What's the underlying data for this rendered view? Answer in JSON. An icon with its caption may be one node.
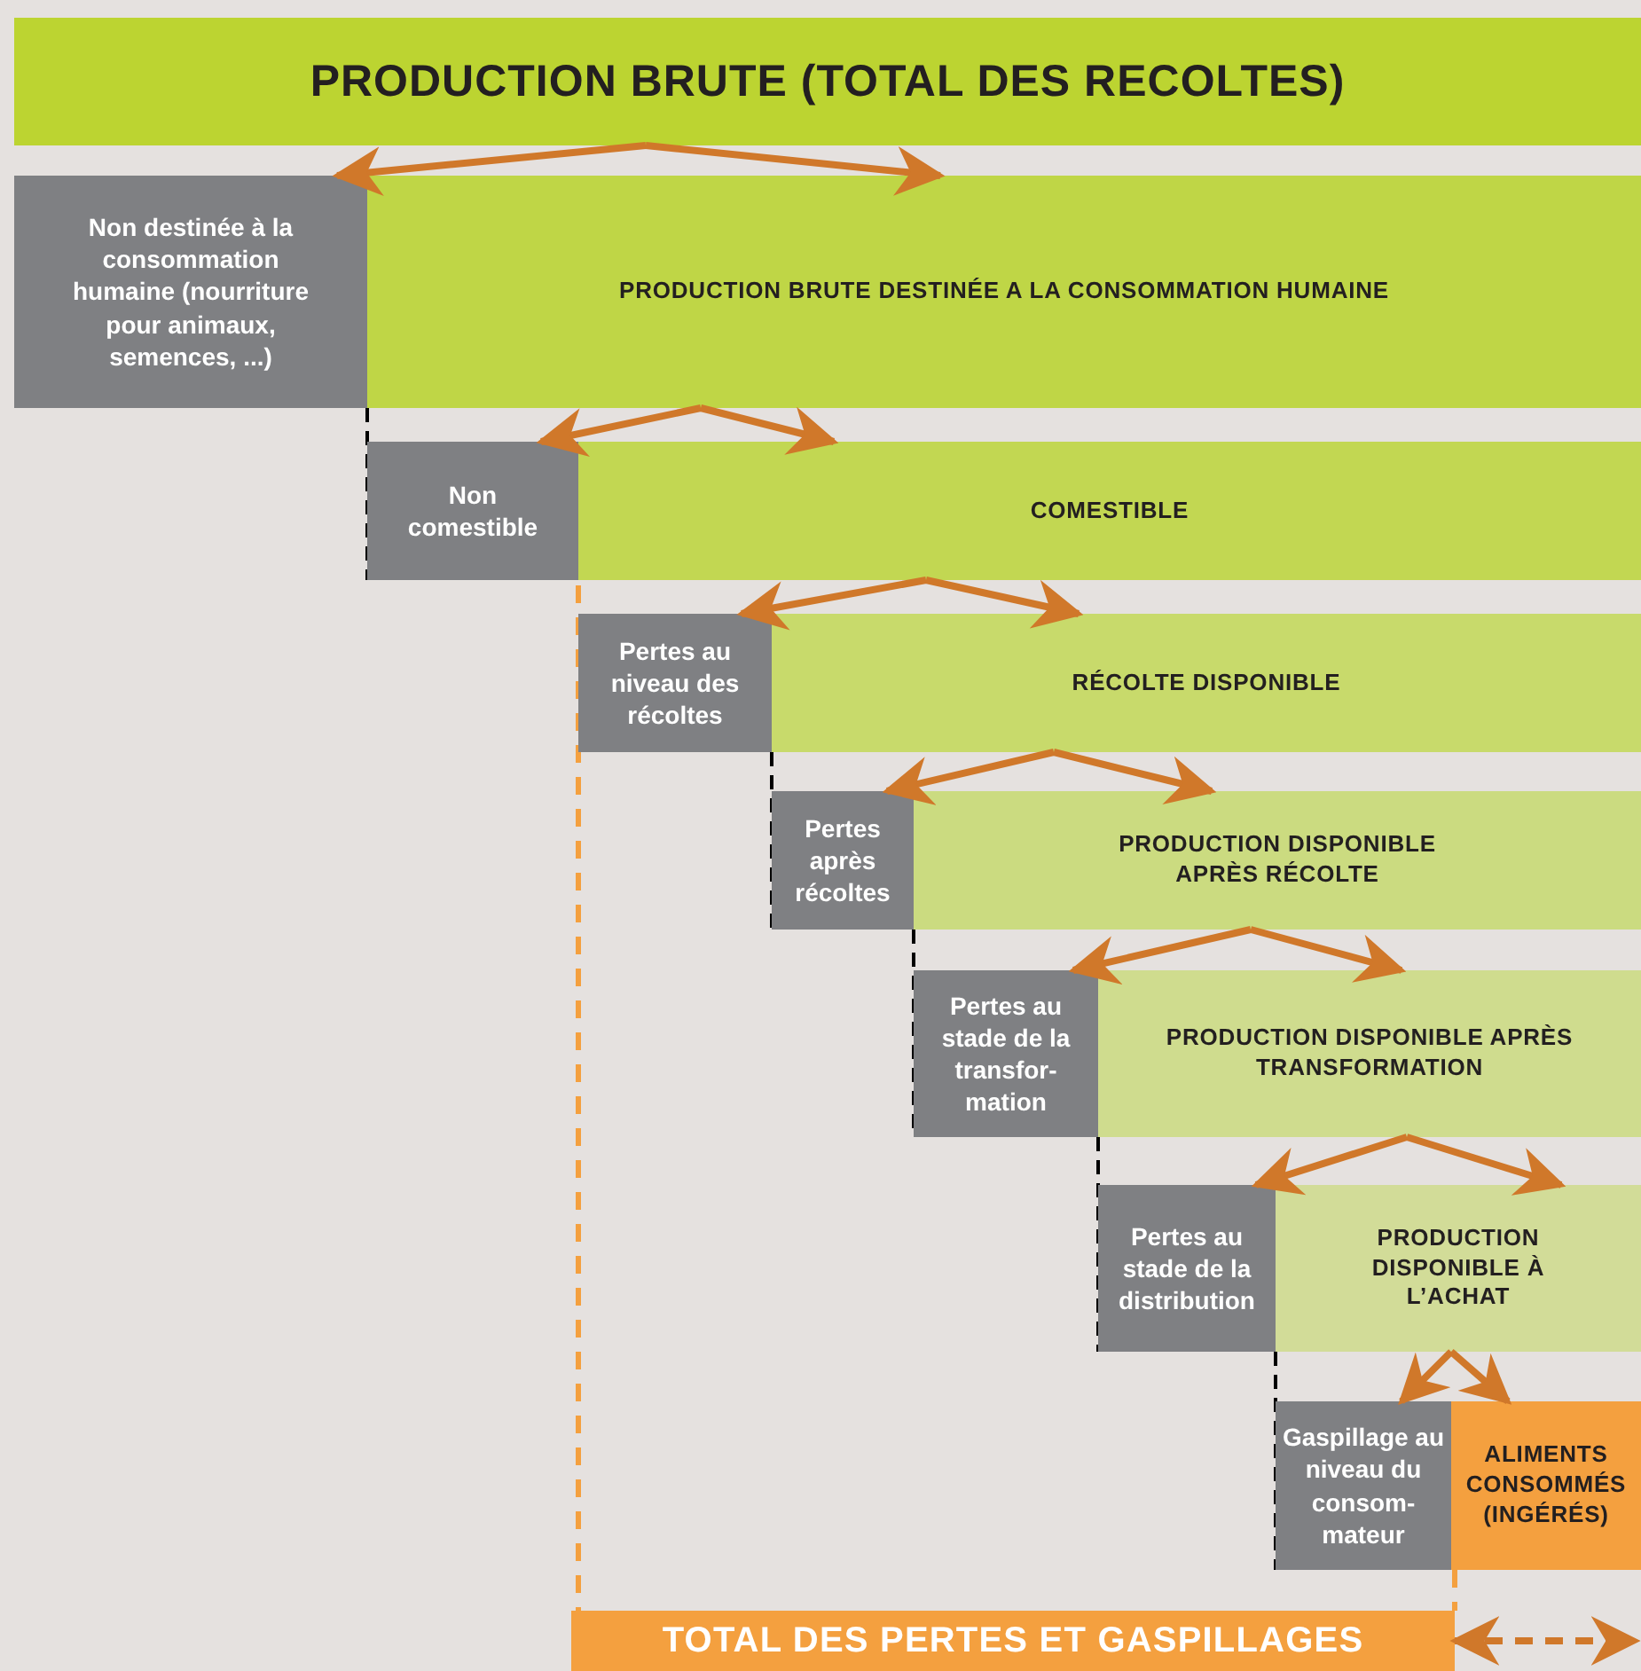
{
  "diagram": {
    "nodes": [
      {
        "text": [
          "PRODUCTION BRUTE (TOTAL DES RECOLTES)"
        ]
      },
      {
        "text": [
          "Non destinée à la consommation humaine (nourriture pour animaux, semences, ...)"
        ]
      },
      {
        "text": [
          "PRODUCTION BRUTE DESTINÉE A LA CONSOMMATION HUMAINE"
        ]
      },
      {
        "text": [
          "Non comestible"
        ]
      },
      {
        "text": [
          "COMESTIBLE"
        ]
      },
      {
        "text": [
          "Pertes au niveau des récoltes"
        ]
      },
      {
        "text": [
          "RÉCOLTE DISPONIBLE"
        ]
      },
      {
        "text": [
          "Pertes après récoltes"
        ]
      },
      {
        "text": [
          "PRODUCTION DISPONIBLE APRÈS RÉCOLTE"
        ]
      },
      {
        "text": [
          "Pertes au stade de la transfor-mation"
        ]
      },
      {
        "text": [
          "PRODUCTION DISPONIBLE APRÈS TRANSFORMATION"
        ]
      },
      {
        "text": [
          "Pertes au stade de la distribution"
        ]
      },
      {
        "text": [
          "PRODUCTION DISPONIBLE À L’ACHAT"
        ]
      },
      {
        "text": [
          "Gaspillage au niveau du consom-mateur"
        ]
      },
      {
        "text": [
          "ALIMENTS CONSOMMÉS (INGÉRÉS)"
        ]
      },
      {
        "text": [
          "TOTAL DES PERTES ET GASPILLAGES"
        ]
      }
    ],
    "edges": [
      {
        "from": 0,
        "to": 1,
        "arrow": "to"
      },
      {
        "from": 0,
        "to": 2,
        "arrow": "to"
      },
      {
        "from": 2,
        "to": 3,
        "arrow": "to"
      },
      {
        "from": 2,
        "to": 4,
        "arrow": "to"
      },
      {
        "from": 4,
        "to": 5,
        "arrow": "to"
      },
      {
        "from": 4,
        "to": 6,
        "arrow": "to"
      },
      {
        "from": 6,
        "to": 7,
        "arrow": "to"
      },
      {
        "from": 6,
        "to": 8,
        "arrow": "to"
      },
      {
        "from": 8,
        "to": 9,
        "arrow": "to"
      },
      {
        "from": 8,
        "to": 10,
        "arrow": "to"
      },
      {
        "from": 10,
        "to": 11,
        "arrow": "to"
      },
      {
        "from": 10,
        "to": 12,
        "arrow": "to"
      },
      {
        "from": 12,
        "to": 13,
        "arrow": "to"
      },
      {
        "from": 12,
        "to": 14,
        "arrow": "to"
      },
      {
        "from": 15,
        "to": null,
        "arrow": "both",
        "style": "dashed"
      }
    ]
  }
}
